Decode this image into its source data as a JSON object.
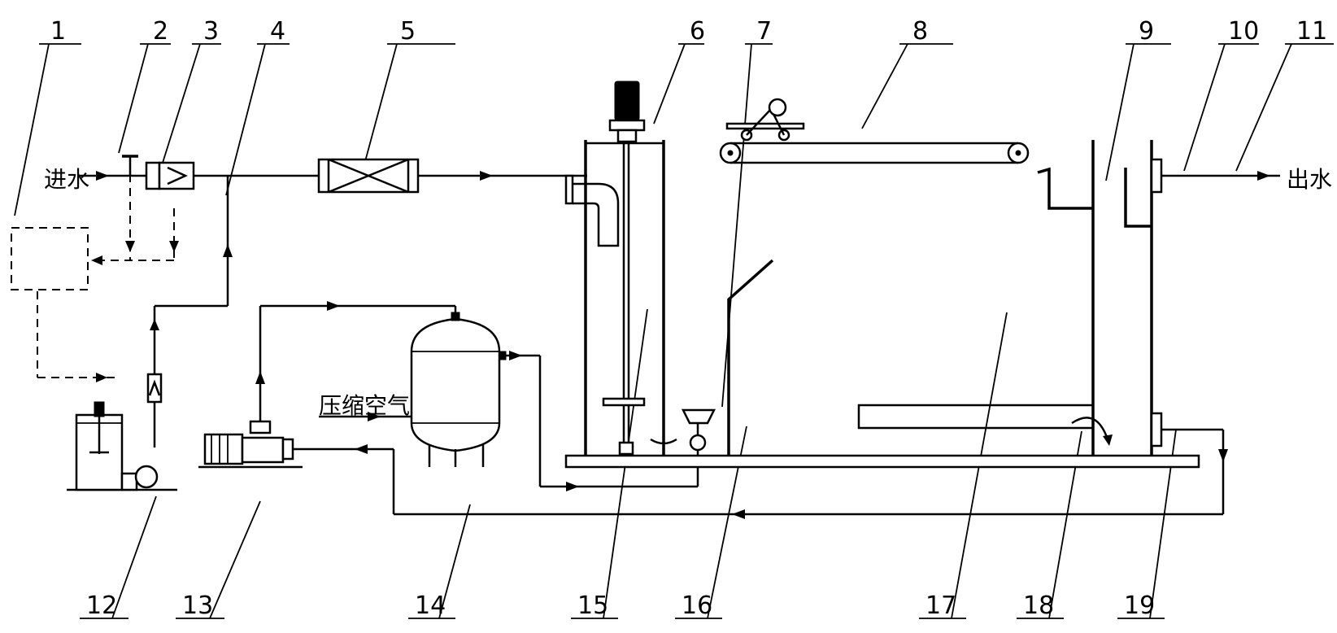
{
  "labels": {
    "n1": "1",
    "n2": "2",
    "n3": "3",
    "n4": "4",
    "n5": "5",
    "n6": "6",
    "n7": "7",
    "n8": "8",
    "n9": "9",
    "n10": "10",
    "n11": "11",
    "n12": "12",
    "n13": "13",
    "n14": "14",
    "n15": "15",
    "n16": "16",
    "n17": "17",
    "n18": "18",
    "n19": "19"
  },
  "text": {
    "inlet": "进水",
    "outlet": "出水",
    "compressed_air": "压缩空气"
  }
}
